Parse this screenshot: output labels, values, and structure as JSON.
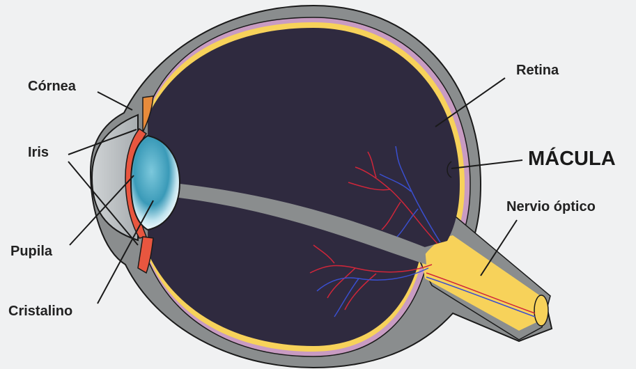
{
  "labels": {
    "cornea": "Córnea",
    "iris": "Iris",
    "pupil": "Pupila",
    "lens": "Cristalino",
    "retina": "Retina",
    "macula": "MÁCULA",
    "optic_nerve": "Nervio óptico"
  },
  "colors": {
    "background": "#f0f1f2",
    "sclera": "#8a8d8e",
    "choroid": "#c89bc2",
    "retina": "#f7d25a",
    "vitreous": "#2f2a3f",
    "cornea": "#e88b3b",
    "iris": "#e8563f",
    "lens": "#3a9ab8",
    "artery": "#d0263a",
    "vein": "#3a4fd0"
  }
}
